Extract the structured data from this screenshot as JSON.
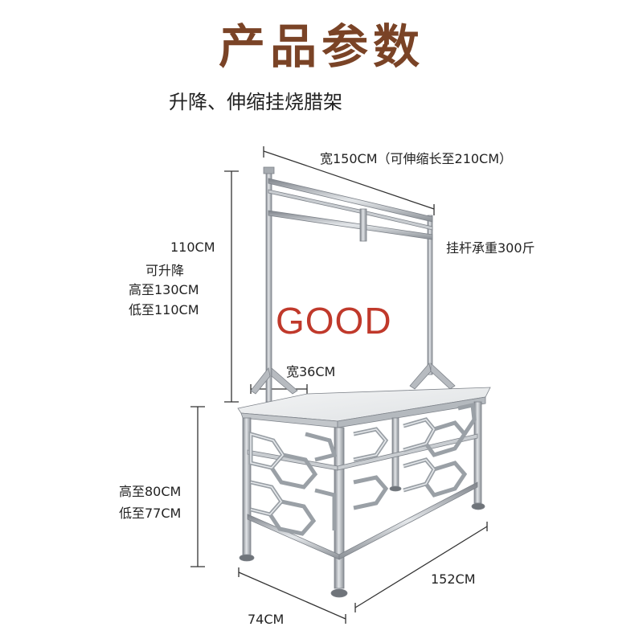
{
  "heading": {
    "title": "产品参数",
    "subtitle": "升降、伸缩挂烧腊架"
  },
  "dimensions": {
    "top_width": "宽150CM（可伸缩长至210CM）",
    "bar_load": "挂杆承重300斤",
    "frame_height": "110CM",
    "adjust_title": "可升降",
    "adjust_max": "高至130CM",
    "adjust_min": "低至110CM",
    "hook_width": "宽36CM",
    "table_height_max": "高至80CM",
    "table_height_min": "低至77CM",
    "table_length": "152CM",
    "table_depth": "74CM"
  },
  "watermark": {
    "text": "GOOD"
  },
  "colors": {
    "title": "#7a4326",
    "watermark": "#c0392b",
    "text": "#222222",
    "dimension_line": "#333333",
    "steel_dark": "#8c9096",
    "steel_light": "#d9dce0",
    "table_top": "#eceeef"
  }
}
